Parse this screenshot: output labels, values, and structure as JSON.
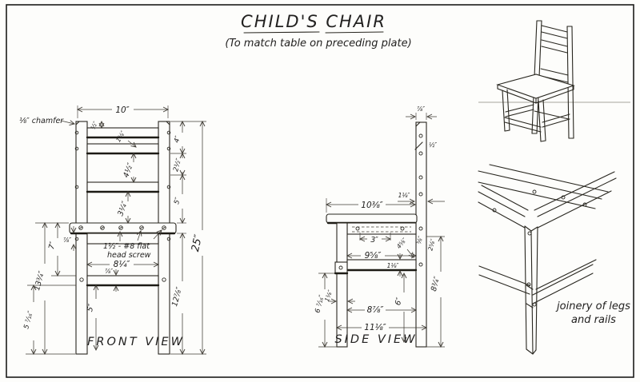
{
  "title": {
    "main": "CHILD'S CHAIR",
    "subtitle": "(To match table on preceding plate)"
  },
  "front_view": {
    "label": "FRONT VIEW",
    "chamfer_note": "⅛″ chamfer",
    "screw_note_1": "1½″- #8 flat",
    "screw_note_2": "head screw",
    "dim_width_top": "10″",
    "dim_post_to_rail": "½″",
    "dim_top_rail": "1⅝″",
    "dim_slat_gap_upper": "4½″",
    "dim_slat_gap_lower": "3¼″",
    "dim_right_top": "4″",
    "dim_right_mid": "2½″",
    "dim_right_lower": "5″",
    "dim_seat_to_floor": "12⅞″",
    "dim_overall_height": "25″",
    "dim_seat_to_stretcher": "7″",
    "dim_left_height": "13¾″",
    "dim_stretcher_to_floor": "5 ⁷⁄₁₆″",
    "dim_apron": "⅞″",
    "dim_inner_width": "8¼″",
    "dim_stretcher_thickness": "⅞″",
    "dim_stretcher_height": "5″"
  },
  "side_view": {
    "label": "SIDE VIEW",
    "dim_post_top": "⅞″",
    "dim_chamfer": "½″",
    "dim_post_width": "1⅛″",
    "dim_seat_depth": "10⅜″",
    "dim_screw_spacing": "3″",
    "dim_stretcher_length": "9⅝″",
    "dim_stretcher_to_floor": "6 ⁷⁄₁₆″",
    "dim_stretcher_thickness": "1⅛″",
    "dim_leg_width": "1⅛″",
    "dim_between_legs": "8⅞″",
    "dim_overall_depth": "11⅛″",
    "dim_seat_height": "8¾″",
    "dim_inner_height": "6″",
    "dim_diag_a": "4⅝″",
    "dim_diag_b": "⅝″",
    "dim_diag_c": "2⅝″"
  },
  "joinery": {
    "label_line1": "joinery of legs",
    "label_line2": "and rails"
  }
}
